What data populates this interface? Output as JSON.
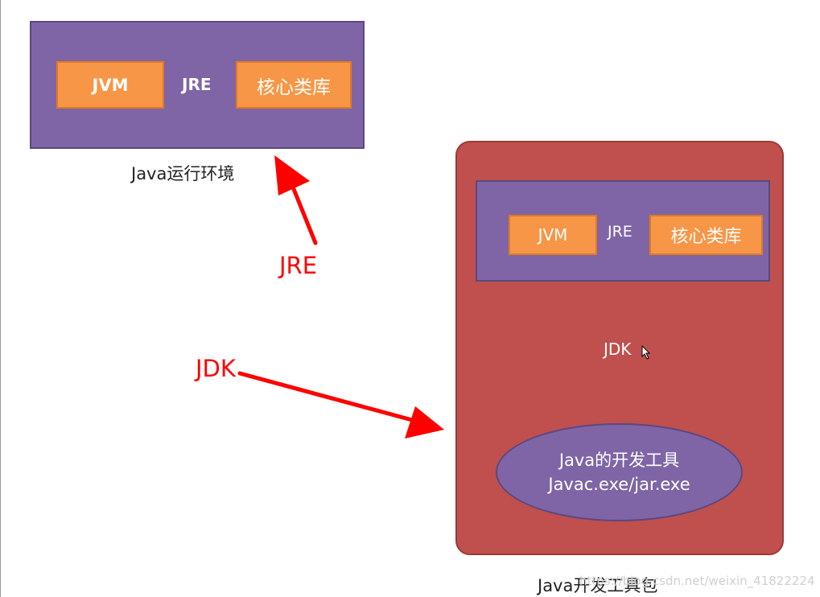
{
  "jre_diagram": {
    "jvm_label": "JVM",
    "jre_label": "JRE",
    "core_lib_label": "核心类库",
    "caption": "Java运行环境"
  },
  "jdk_diagram": {
    "jvm_label": "JVM",
    "jre_label": "JRE",
    "core_lib_label": "核心类库",
    "jdk_label": "JDK",
    "tools_line1": "Java的开发工具",
    "tools_line2": "Javac.exe/jar.exe",
    "caption": "Java开发工具包"
  },
  "annotations": {
    "jre_arrow_label": "JRE",
    "jdk_arrow_label": "JDK"
  },
  "watermark": "https://blog.csdn.net/weixin_41822224",
  "colors": {
    "purple": "#7f65a6",
    "orange": "#f79646",
    "jdk_red": "#c0504d",
    "arrow_red": "#ff0000"
  }
}
